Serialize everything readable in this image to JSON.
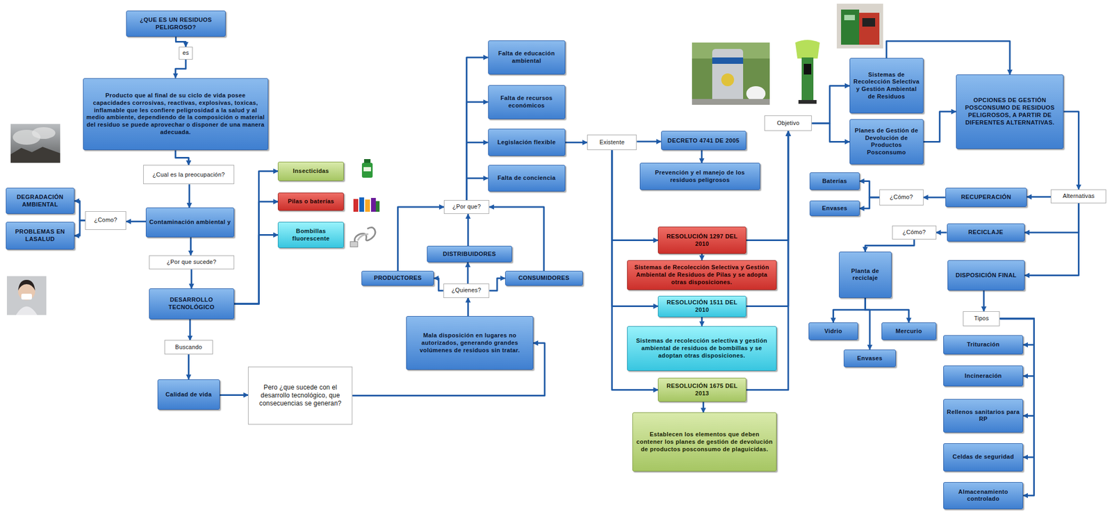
{
  "diagram": {
    "nodes": [
      {
        "text": [
          "¿QUE ES UN RESIDUOS PELIGROSO?"
        ]
      },
      {
        "text": [
          "es"
        ]
      },
      {
        "text": [
          "Producto que al final de su ciclo de vida posee capacidades corrosivas, reactivas, explosivas, toxicas, inflamable que les confiere peligrosidad a la salud y al medio ambiente, dependiendo de la composición o material del residuo se puede aprovechar o disponer de una manera adecuada."
        ]
      },
      {
        "text": [
          "¿Cual es la preocupación?"
        ]
      },
      {
        "text": [
          "Contaminación ambiental y"
        ]
      },
      {
        "text": [
          "¿Como?"
        ]
      },
      {
        "text": [
          "DEGRADACIÓN AMBIENTAL"
        ]
      },
      {
        "text": [
          "PROBLEMAS EN LASALUD"
        ]
      },
      {
        "text": [
          "¿Por que sucede?"
        ]
      },
      {
        "text": [
          "DESARROLLO TECNOLÓGICO"
        ]
      },
      {
        "text": [
          "Insecticidas"
        ]
      },
      {
        "text": [
          "Pilas o baterías"
        ]
      },
      {
        "text": [
          "Bombillas fluorescente"
        ]
      },
      {
        "text": [
          "Buscando"
        ]
      },
      {
        "text": [
          "Calidad de vida"
        ]
      },
      {
        "text": [
          "Pero ¿que sucede con el desarrollo tecnológico, que consecuencias se generan?"
        ]
      },
      {
        "text": [
          "Mala disposición en lugares no autorizados, generando grandes volúmenes de residuos sin tratar."
        ]
      },
      {
        "text": [
          "¿Quienes?"
        ]
      },
      {
        "text": [
          "PRODUCTORES"
        ]
      },
      {
        "text": [
          "DISTRIBUIDORES"
        ]
      },
      {
        "text": [
          "CONSUMIDORES"
        ]
      },
      {
        "text": [
          "¿Por que?"
        ]
      },
      {
        "text": [
          "Falta de educación ambiental"
        ]
      },
      {
        "text": [
          "Falta de recursos económicos"
        ]
      },
      {
        "text": [
          "Legislación flexible"
        ]
      },
      {
        "text": [
          "Falta de conciencia"
        ]
      },
      {
        "text": [
          "Existente"
        ]
      },
      {
        "text": [
          "DECRETO 4741 DE 2005"
        ]
      },
      {
        "text": [
          "Prevención y el manejo de los residuos peligrosos"
        ]
      },
      {
        "text": [
          "RESOLUCIÓN 1297 DEL 2010"
        ]
      },
      {
        "text": [
          "Sistemas de Recolección Selectiva y Gestión Ambiental de Residuos de Pilas y se adopta otras disposiciones."
        ]
      },
      {
        "text": [
          "RESOLUCIÓN 1511 DEL 2010"
        ]
      },
      {
        "text": [
          "Sistemas de recolección selectiva y gestión ambiental de residuos de bombillas y se adoptan otras disposiciones."
        ]
      },
      {
        "text": [
          "RESOLUCIÓN 1675 DEL 2013"
        ]
      },
      {
        "text": [
          "Establecen los elementos que deben contener los planes de gestión de devolución de productos posconsumo de plaguicidas."
        ]
      },
      {
        "text": [
          "Objetivo"
        ]
      },
      {
        "text": [
          "Sistemas de Recolección Selectiva y Gestión Ambiental de Residuos"
        ]
      },
      {
        "text": [
          "Planes de Gestión de Devolución de Productos Posconsumo"
        ]
      },
      {
        "text": [
          "OPCIONES DE GESTIÓN POSCONSUMO DE RESIDUOS PELIGROSOS, A PARTIR DE DIFERENTES ALTERNATIVAS."
        ]
      },
      {
        "text": [
          "Alternativas"
        ]
      },
      {
        "text": [
          "RECUPERACIÓN"
        ]
      },
      {
        "text": [
          "¿Cómo?"
        ]
      },
      {
        "text": [
          "Baterías"
        ]
      },
      {
        "text": [
          "Envases"
        ]
      },
      {
        "text": [
          "RECICLAJE"
        ]
      },
      {
        "text": [
          "¿Cómo?"
        ]
      },
      {
        "text": [
          "Planta de reciclaje"
        ]
      },
      {
        "text": [
          "Vidrio"
        ]
      },
      {
        "text": [
          "Mercurio"
        ]
      },
      {
        "text": [
          "Envases"
        ]
      },
      {
        "text": [
          "DISPOSICIÓN FINAL"
        ]
      },
      {
        "text": [
          "Tipos"
        ]
      },
      {
        "text": [
          "Trituración"
        ]
      },
      {
        "text": [
          "Incineración"
        ]
      },
      {
        "text": [
          "Rellenos sanitarios para RP"
        ]
      },
      {
        "text": [
          "Celdas de seguridad"
        ]
      },
      {
        "text": [
          "Almacenamiento controlado"
        ]
      }
    ],
    "edges": [
      {
        "from": 0,
        "to": 1,
        "arrow": "to"
      },
      {
        "from": 1,
        "to": 2,
        "arrow": "to"
      },
      {
        "from": 2,
        "to": 3,
        "arrow": "to"
      },
      {
        "from": 3,
        "to": 4,
        "arrow": "to"
      },
      {
        "from": 4,
        "to": 5,
        "arrow": "to"
      },
      {
        "from": 5,
        "to": 6,
        "arrow": "to"
      },
      {
        "from": 5,
        "to": 7,
        "arrow": "to"
      },
      {
        "from": 4,
        "to": 8,
        "arrow": "to"
      },
      {
        "from": 8,
        "to": 9,
        "arrow": "to"
      },
      {
        "from": 9,
        "to": 10,
        "arrow": "to"
      },
      {
        "from": 9,
        "to": 11,
        "arrow": "to"
      },
      {
        "from": 9,
        "to": 12,
        "arrow": "to"
      },
      {
        "from": 9,
        "to": 13,
        "arrow": "to"
      },
      {
        "from": 13,
        "to": 14,
        "arrow": "to"
      },
      {
        "from": 14,
        "to": 15,
        "arrow": "to"
      },
      {
        "from": 15,
        "to": 16,
        "arrow": "to"
      },
      {
        "from": 16,
        "to": 17,
        "arrow": "to"
      },
      {
        "from": 17,
        "to": 18,
        "arrow": "to"
      },
      {
        "from": 17,
        "to": 19,
        "arrow": "to"
      },
      {
        "from": 17,
        "to": 20,
        "arrow": "to"
      },
      {
        "from": 18,
        "to": 21,
        "arrow": "to"
      },
      {
        "from": 19,
        "to": 21,
        "arrow": "to"
      },
      {
        "from": 20,
        "to": 21,
        "arrow": "to"
      },
      {
        "from": 21,
        "to": 22,
        "arrow": "to"
      },
      {
        "from": 21,
        "to": 23,
        "arrow": "to"
      },
      {
        "from": 21,
        "to": 24,
        "arrow": "to"
      },
      {
        "from": 21,
        "to": 25,
        "arrow": "to"
      },
      {
        "from": 24,
        "to": 26,
        "arrow": "to"
      },
      {
        "from": 26,
        "to": 27,
        "arrow": "to"
      },
      {
        "from": 26,
        "to": 29,
        "arrow": "to"
      },
      {
        "from": 26,
        "to": 31,
        "arrow": "to"
      },
      {
        "from": 26,
        "to": 33,
        "arrow": "to"
      },
      {
        "from": 27,
        "to": 28,
        "arrow": "to"
      },
      {
        "from": 29,
        "to": 30,
        "arrow": "to"
      },
      {
        "from": 31,
        "to": 32,
        "arrow": "to"
      },
      {
        "from": 33,
        "to": 34,
        "arrow": "to"
      },
      {
        "from": 29,
        "to": 35,
        "arrow": "to"
      },
      {
        "from": 31,
        "to": 35,
        "arrow": "to"
      },
      {
        "from": 33,
        "to": 35,
        "arrow": "to"
      },
      {
        "from": 35,
        "to": 36,
        "arrow": "to"
      },
      {
        "from": 35,
        "to": 37,
        "arrow": "to"
      },
      {
        "from": 36,
        "to": 38,
        "arrow": "to"
      },
      {
        "from": 37,
        "to": 38,
        "arrow": "to"
      },
      {
        "from": 38,
        "to": 39,
        "arrow": "to"
      },
      {
        "from": 39,
        "to": 40,
        "arrow": "to"
      },
      {
        "from": 39,
        "to": 44,
        "arrow": "to"
      },
      {
        "from": 39,
        "to": 50,
        "arrow": "to"
      },
      {
        "from": 40,
        "to": 41,
        "arrow": "to"
      },
      {
        "from": 41,
        "to": 42,
        "arrow": "to"
      },
      {
        "from": 41,
        "to": 43,
        "arrow": "to"
      },
      {
        "from": 44,
        "to": 45,
        "arrow": "to"
      },
      {
        "from": 45,
        "to": 46,
        "arrow": "to"
      },
      {
        "from": 46,
        "to": 47,
        "arrow": "to"
      },
      {
        "from": 46,
        "to": 48,
        "arrow": "to"
      },
      {
        "from": 46,
        "to": 49,
        "arrow": "to"
      },
      {
        "from": 50,
        "to": 51,
        "arrow": "to"
      },
      {
        "from": 51,
        "to": 52,
        "arrow": "to"
      },
      {
        "from": 51,
        "to": 53,
        "arrow": "to"
      },
      {
        "from": 51,
        "to": 54,
        "arrow": "to"
      },
      {
        "from": 51,
        "to": 55,
        "arrow": "to"
      },
      {
        "from": 51,
        "to": 56,
        "arrow": "to"
      }
    ]
  }
}
